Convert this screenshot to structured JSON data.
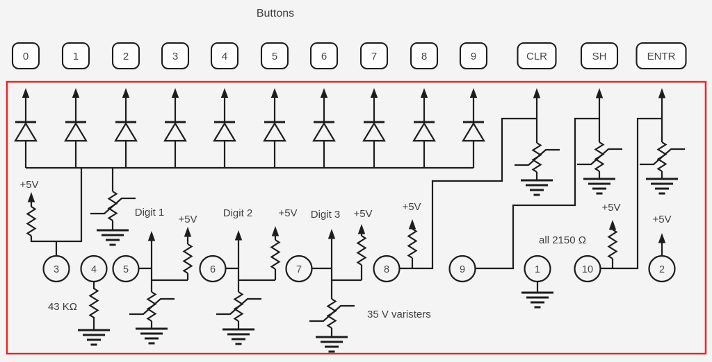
{
  "title": "Buttons",
  "colors": {
    "bg": "#f4f4f4",
    "wire": "#1d1d1d",
    "frame": "#ee2222",
    "text": "#3f3f3f",
    "btnfill": "#fdfdfd"
  },
  "buttons": [
    {
      "label": "0"
    },
    {
      "label": "1"
    },
    {
      "label": "2"
    },
    {
      "label": "3"
    },
    {
      "label": "4"
    },
    {
      "label": "5"
    },
    {
      "label": "6"
    },
    {
      "label": "7"
    },
    {
      "label": "8"
    },
    {
      "label": "9"
    },
    {
      "label": "CLR"
    },
    {
      "label": "SH"
    },
    {
      "label": "ENTR"
    }
  ],
  "nodes": [
    {
      "label": "3"
    },
    {
      "label": "4"
    },
    {
      "label": "5"
    },
    {
      "label": "6"
    },
    {
      "label": "7"
    },
    {
      "label": "8"
    },
    {
      "label": "9"
    },
    {
      "label": "1"
    },
    {
      "label": "10"
    },
    {
      "label": "2"
    }
  ],
  "labels": {
    "plus5v": "+5V",
    "digit1": "Digit 1",
    "digit2": "Digit 2",
    "digit3": "Digit 3",
    "res43k": "43 KΩ",
    "varisters": "35 V varisters",
    "all2150": "all 2150 Ω"
  }
}
